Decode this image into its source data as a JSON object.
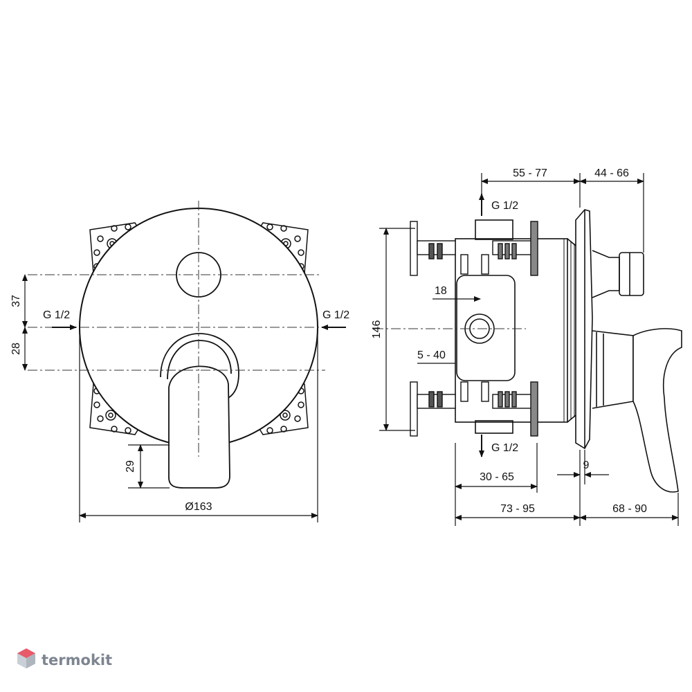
{
  "brand": {
    "name": "termokit",
    "icon": "hexagon-cube-icon",
    "colors": {
      "top": "#e85a6a",
      "side": "#c9cfd6",
      "text": "#7d8590"
    }
  },
  "front_view": {
    "dim_37": "37",
    "dim_28": "28",
    "dim_29": "29",
    "dim_diameter": "Ø163",
    "inlet_left": "G 1/2",
    "inlet_right": "G 1/2"
  },
  "side_view": {
    "dim_55_77": "55 - 77",
    "dim_44_66": "44 - 66",
    "outlet_top": "G 1/2",
    "outlet_bottom": "G 1/2",
    "dim_18": "18",
    "dim_5_40": "5 - 40",
    "dim_146": "146",
    "dim_30_65": "30 - 65",
    "dim_9": "9",
    "dim_73_95": "73 - 95",
    "dim_68_90": "68 - 90"
  }
}
